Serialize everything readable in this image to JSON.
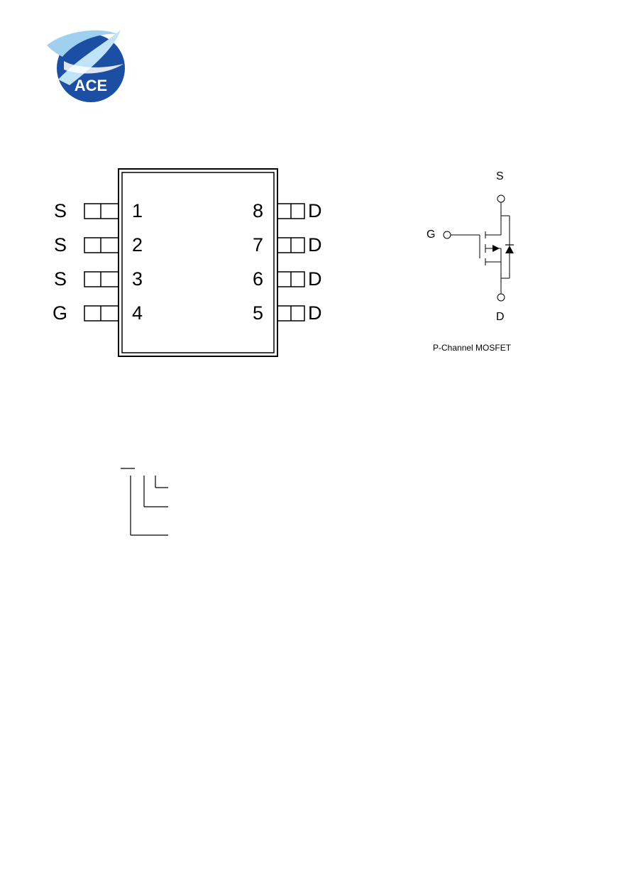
{
  "logo": {
    "text": "ACE",
    "colors": {
      "blue": "#1b4fa3",
      "light": "#9fd0ef",
      "white": "#ffffff"
    }
  },
  "package": {
    "left_pins": [
      {
        "label": "S",
        "number": "1"
      },
      {
        "label": "S",
        "number": "2"
      },
      {
        "label": "S",
        "number": "3"
      },
      {
        "label": "G",
        "number": "4"
      }
    ],
    "right_pins": [
      {
        "number": "8",
        "label": "D"
      },
      {
        "number": "7",
        "label": "D"
      },
      {
        "number": "6",
        "label": "D"
      },
      {
        "number": "5",
        "label": "D"
      }
    ]
  },
  "mosfet": {
    "source_label": "S",
    "gate_label": "G",
    "drain_label": "D",
    "caption": "P-Channel MOSFET"
  }
}
